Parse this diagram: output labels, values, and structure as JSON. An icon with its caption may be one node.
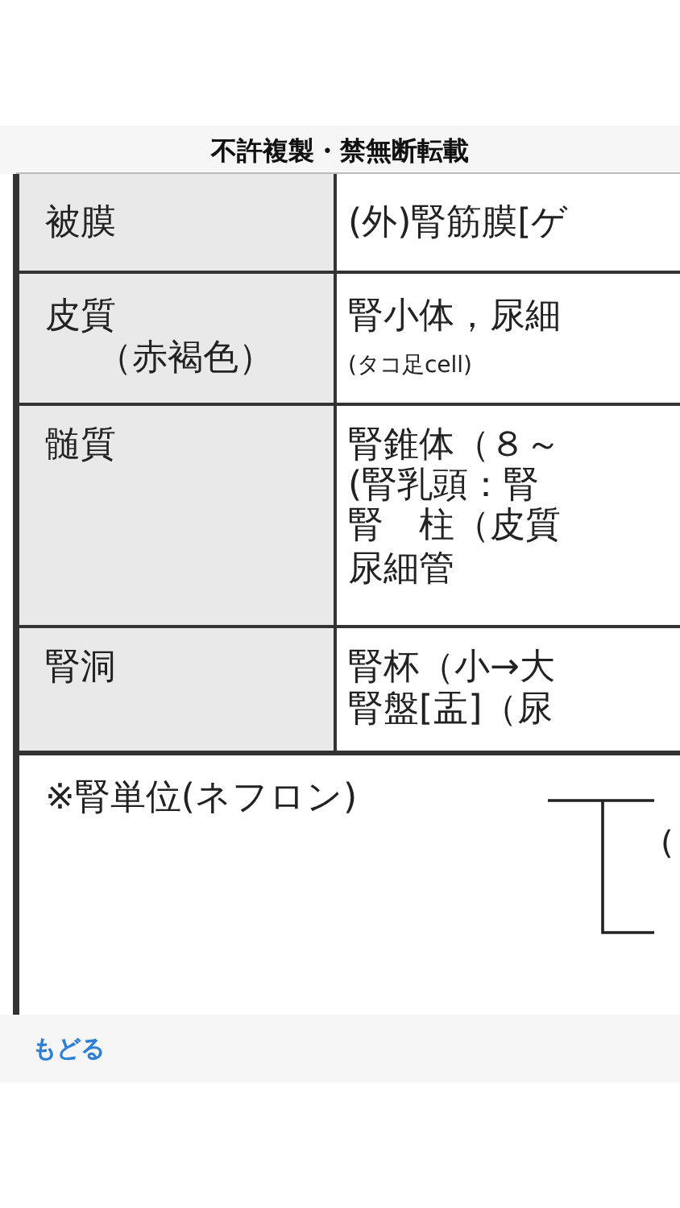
{
  "diagram": {
    "title": "不許複製・禁無断転載",
    "labels": [
      "被膜",
      "(外)腎筋膜[ゲ",
      "皮質",
      "（赤褐色）",
      "腎小体，尿細",
      "(タコ足cell)",
      "髄質",
      "腎錐体（８～",
      "(腎乳頭：腎",
      "腎　柱（皮質",
      "尿細管",
      "腎洞",
      "腎杯（小→大",
      "腎盤[盂]（尿",
      "※腎単位(ネフロン)",
      "(",
      "もどる"
    ]
  }
}
